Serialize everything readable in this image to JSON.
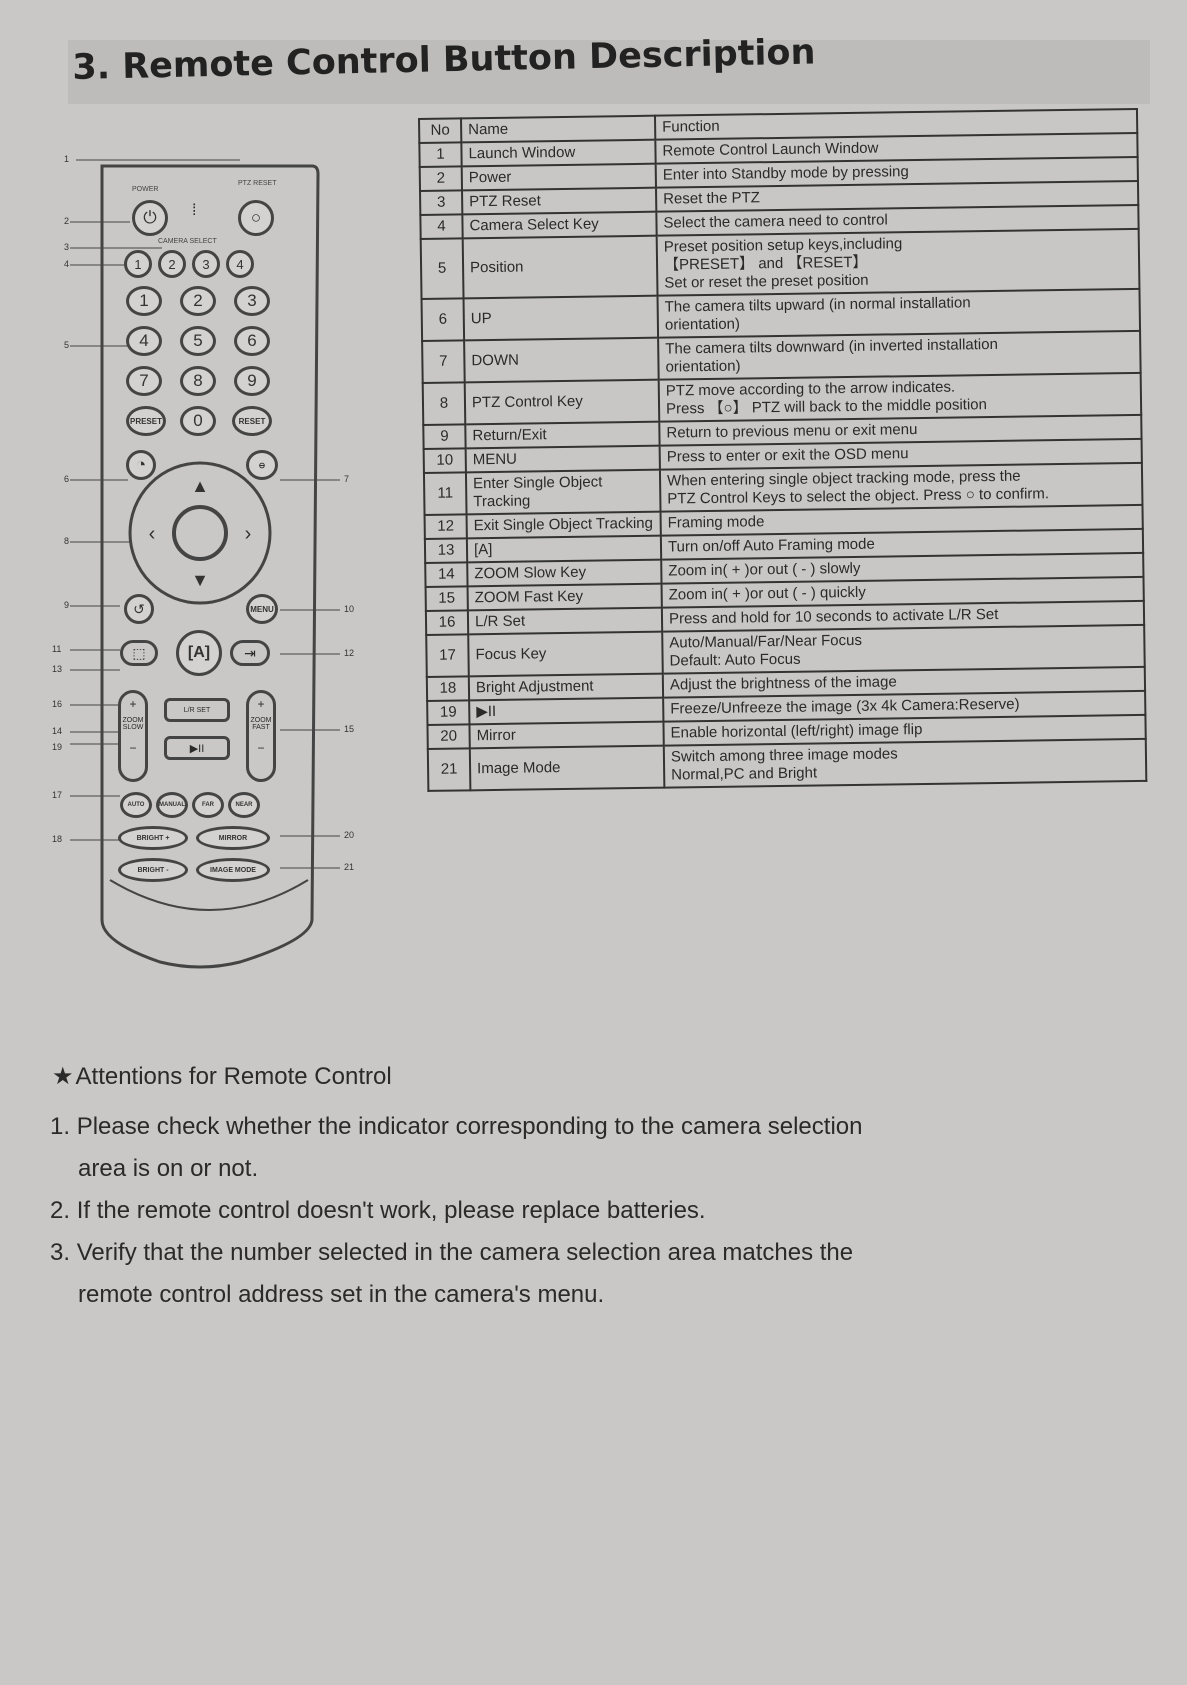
{
  "title": "3. Remote Control Button Description",
  "remote": {
    "labels": {
      "power": "POWER",
      "ptz_reset": "PTZ RESET",
      "camera_select": "CAMERA SELECT",
      "cam_keys": [
        "1",
        "2",
        "3",
        "4"
      ],
      "num_keys": [
        "1",
        "2",
        "3",
        "4",
        "5",
        "6",
        "7",
        "8",
        "9"
      ],
      "preset": "PRESET",
      "zero": "0",
      "reset": "RESET",
      "menu": "MENU",
      "lr_set": "L/R SET",
      "play_pause": "▶II",
      "zoom_slow": "ZOOM SLOW",
      "zoom_fast": "ZOOM FAST",
      "focus_keys": [
        "AUTO",
        "MANUAL",
        "FAR",
        "NEAR"
      ],
      "bright_plus": "BRIGHT +",
      "bright_minus": "BRIGHT -",
      "mirror": "MIRROR",
      "image_mode": "IMAGE MODE"
    },
    "callouts_left": [
      "1",
      "2",
      "3",
      "4",
      "5",
      "6",
      "8",
      "9",
      "11",
      "13",
      "16",
      "14",
      "19",
      "17",
      "18"
    ],
    "callouts_right": [
      "7",
      "10",
      "12",
      "15",
      "20",
      "21"
    ]
  },
  "table": {
    "headers": {
      "no": "No",
      "name": "Name",
      "function": "Function"
    },
    "rows": [
      {
        "no": "1",
        "name": "Launch Window",
        "function": [
          "Remote Control Launch Window"
        ]
      },
      {
        "no": "2",
        "name": "Power",
        "function": [
          "Enter into Standby mode by pressing"
        ]
      },
      {
        "no": "3",
        "name": "PTZ Reset",
        "function": [
          "Reset the PTZ"
        ]
      },
      {
        "no": "4",
        "name": "Camera Select Key",
        "function": [
          "Select the camera need to control"
        ]
      },
      {
        "no": "5",
        "name": "Position",
        "function": [
          "Preset position setup keys,including",
          "【PRESET】 and 【RESET】",
          "Set or reset the preset position"
        ]
      },
      {
        "no": "6",
        "name": "UP",
        "function": [
          "The camera tilts upward (in normal installation",
          "orientation)"
        ]
      },
      {
        "no": "7",
        "name": "DOWN",
        "function": [
          "The camera tilts downward (in inverted installation",
          "orientation)"
        ]
      },
      {
        "no": "8",
        "name": "PTZ Control Key",
        "function": [
          "PTZ move according to the arrow indicates.",
          "Press 【○】 PTZ will back to the middle position"
        ]
      },
      {
        "no": "9",
        "name": "Return/Exit",
        "function": [
          "Return to previous menu or exit menu"
        ]
      },
      {
        "no": "10",
        "name": "MENU",
        "function": [
          "Press to enter or exit the OSD menu"
        ]
      },
      {
        "no": "11",
        "name": "Enter Single Object Tracking",
        "function": [
          "When entering single object tracking mode, press the",
          "PTZ Control Keys to select the object. Press ○ to confirm."
        ]
      },
      {
        "no": "12",
        "name": "Exit Single Object Tracking",
        "function": [
          "Framing mode"
        ]
      },
      {
        "no": "13",
        "name": "[A]",
        "function": [
          "Turn on/off Auto Framing mode"
        ]
      },
      {
        "no": "14",
        "name": "ZOOM Slow Key",
        "function": [
          "Zoom in( + )or out ( - ) slowly"
        ]
      },
      {
        "no": "15",
        "name": "ZOOM Fast Key",
        "function": [
          "Zoom in( + )or out ( - ) quickly"
        ]
      },
      {
        "no": "16",
        "name": "L/R Set",
        "function": [
          "Press and hold for 10 seconds to  activate L/R Set"
        ]
      },
      {
        "no": "17",
        "name": "Focus Key",
        "function": [
          "Auto/Manual/Far/Near Focus",
          "Default: Auto Focus"
        ]
      },
      {
        "no": "18",
        "name": "Bright Adjustment",
        "function": [
          "Adjust the brightness of the image"
        ]
      },
      {
        "no": "19",
        "name": "▶II",
        "function": [
          "Freeze/Unfreeze the image (3x 4k Camera:Reserve)"
        ]
      },
      {
        "no": "20",
        "name": "Mirror",
        "function": [
          "Enable horizontal (left/right) image flip"
        ]
      },
      {
        "no": "21",
        "name": "Image Mode",
        "function": [
          "Switch among three image modes",
          "Normal,PC and Bright"
        ]
      }
    ]
  },
  "attentions": {
    "title": "Attentions for Remote Control",
    "items": [
      {
        "num": "1.",
        "line1": "Please check whether the indicator corresponding to the camera selection",
        "line2": "area is on or not."
      },
      {
        "num": "2.",
        "line1": "If the remote control doesn't work, please replace batteries.",
        "line2": ""
      },
      {
        "num": "3.",
        "line1": "Verify that the number selected in the camera selection area matches the",
        "line2": "remote control address set in the camera's menu."
      }
    ]
  }
}
